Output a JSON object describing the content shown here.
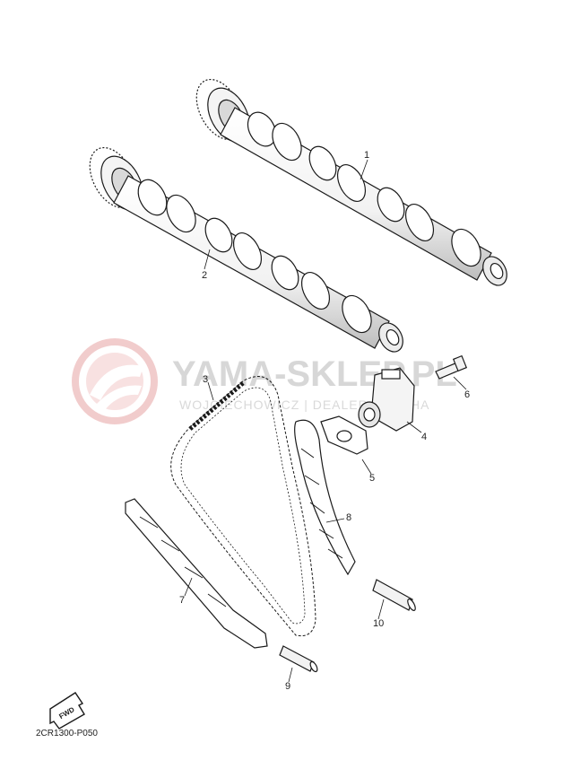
{
  "watermark": {
    "brand": "YAMA-SKLEP.PL",
    "subtitle": "WOJCIECHOWICZ | DEALER YAMAHA",
    "logo_color": "#e8a0a0",
    "text_color": "#d7d7d7"
  },
  "callouts": [
    {
      "id": "part-1",
      "label": "1"
    },
    {
      "id": "part-2",
      "label": "2"
    },
    {
      "id": "part-3",
      "label": "3"
    },
    {
      "id": "part-4",
      "label": "4"
    },
    {
      "id": "part-5",
      "label": "5"
    },
    {
      "id": "part-6",
      "label": "6"
    },
    {
      "id": "part-7",
      "label": "7"
    },
    {
      "id": "part-8",
      "label": "8"
    },
    {
      "id": "part-9",
      "label": "9"
    },
    {
      "id": "part-10",
      "label": "10"
    }
  ],
  "fwd_label": "FWD",
  "diagram_code": "2CR1300-P050",
  "colors": {
    "line": "#1a1a1a",
    "fill": "#ffffff",
    "shade": "#e4e4e4"
  }
}
